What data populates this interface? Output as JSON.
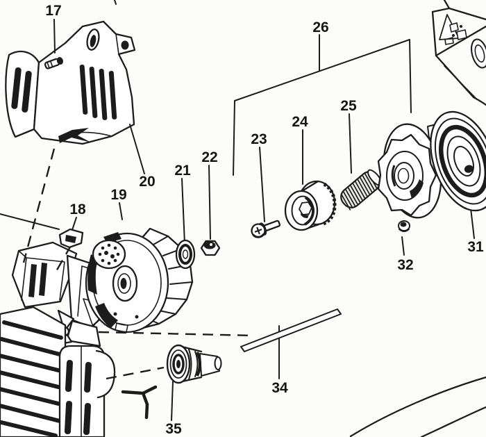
{
  "diagram": {
    "type": "exploded-parts-diagram",
    "colors": {
      "background": "#fcfcfa",
      "line": "#1c1c1c"
    },
    "callouts": [
      {
        "number": "17",
        "part": "shroud screw"
      },
      {
        "number": "18",
        "part": "clip"
      },
      {
        "number": "19",
        "part": "flywheel"
      },
      {
        "number": "20",
        "part": "engine shroud"
      },
      {
        "number": "21",
        "part": "washer"
      },
      {
        "number": "22",
        "part": "nut"
      },
      {
        "number": "23",
        "part": "bolt"
      },
      {
        "number": "24",
        "part": "starter drum"
      },
      {
        "number": "25",
        "part": "spring"
      },
      {
        "number": "26",
        "part": "starter rotor assembly"
      },
      {
        "number": "31",
        "part": "rope reel"
      },
      {
        "number": "32",
        "part": "small nut"
      },
      {
        "number": "34",
        "part": "rod"
      },
      {
        "number": "35",
        "part": "cap"
      }
    ]
  }
}
